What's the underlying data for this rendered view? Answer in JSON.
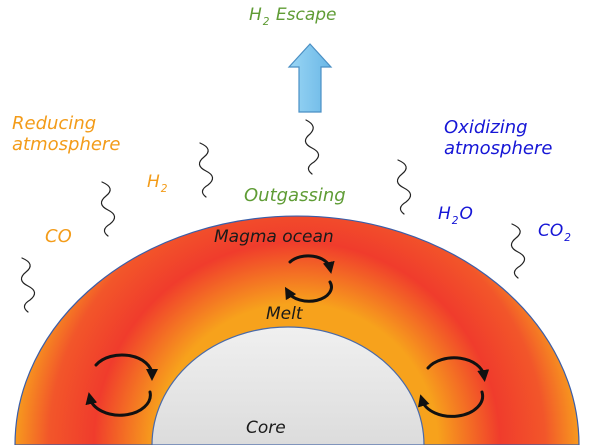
{
  "labels": {
    "h2_escape": {
      "pre": "H",
      "sub": "2",
      "post": " Escape"
    },
    "reducing_line1": "Reducing",
    "reducing_line2": "atmosphere",
    "oxidizing_line1": "Oxidizing",
    "oxidizing_line2": "atmosphere",
    "h2": {
      "pre": "H",
      "sub": "2",
      "post": ""
    },
    "outgassing": "Outgassing",
    "co": "CO",
    "h2o": {
      "pre": "H",
      "sub": "2",
      "post": "O"
    },
    "co2": {
      "pre": "CO",
      "sub": "2",
      "post": ""
    },
    "magma_ocean": "Magma ocean",
    "melt": "Melt",
    "core": "Core"
  },
  "colors": {
    "reducing": "#f39c1a",
    "oxidizing": "#1616d6",
    "outgassing": "#5f9c35",
    "arrow_up": "#7fc8ef",
    "magma_outer": "#f7931e",
    "magma_mid": "#f03c2c",
    "core_fill": "#e6e6e6"
  },
  "icons": [
    "up-arrow-icon",
    "wavy-line-icon",
    "circulation-arrows-icon"
  ]
}
